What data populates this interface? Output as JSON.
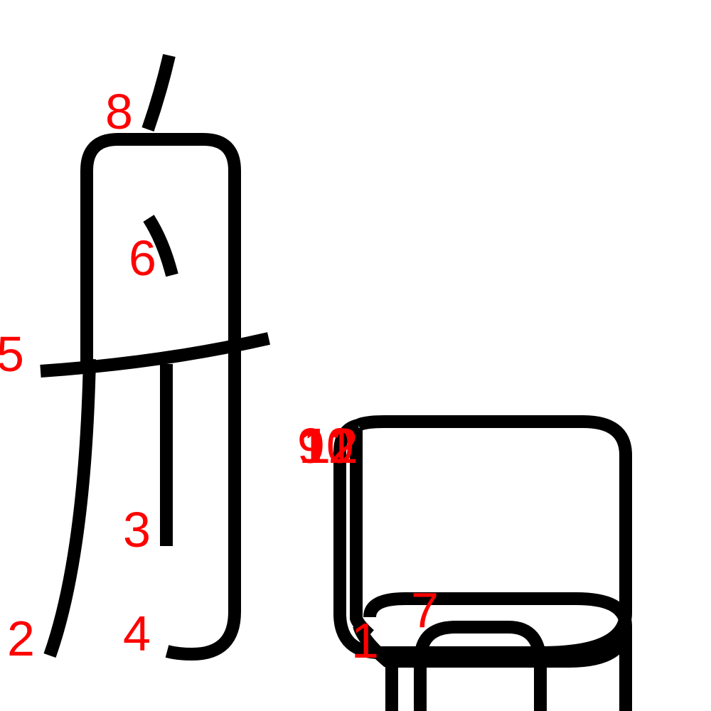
{
  "colors": {
    "stroke": "#000000",
    "number": "#ff0000",
    "background": "#ffffff"
  },
  "labels": {
    "n1": "1",
    "n2": "2",
    "n3": "3",
    "n4": "4",
    "n5": "5",
    "n6": "6",
    "n7": "7",
    "n8": "8",
    "n9": "9",
    "n10": "10",
    "n11": "11",
    "n12": "12"
  }
}
